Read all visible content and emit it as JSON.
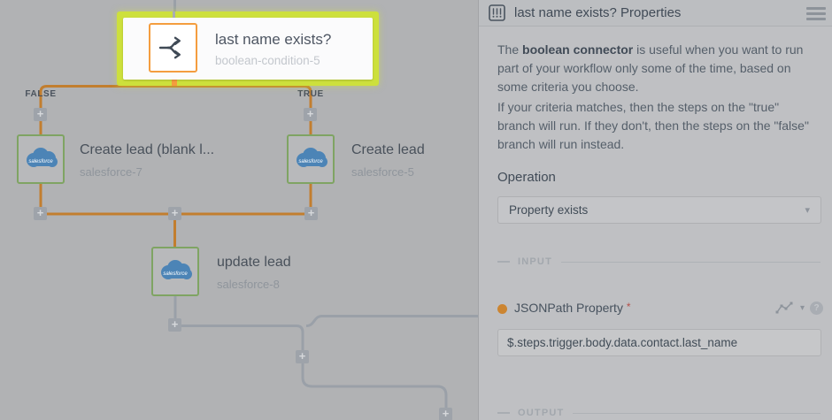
{
  "canvas": {
    "plus_label": "+",
    "branch_labels": {
      "false": "FALSE",
      "true": "TRUE"
    },
    "selected_node": {
      "title": "last name exists?",
      "subtitle": "boolean-condition-5"
    },
    "nodes": [
      {
        "title": "Create lead (blank l...",
        "subtitle": "salesforce-7"
      },
      {
        "title": "Create lead",
        "subtitle": "salesforce-5"
      },
      {
        "title": "update lead",
        "subtitle": "salesforce-8"
      }
    ],
    "salesforce_logo_text": "salesforce"
  },
  "panel": {
    "header": {
      "title": "last name exists? Properties"
    },
    "description": {
      "p1_pre": "The ",
      "p1_bold": "boolean connector",
      "p1_post": " is useful when you want to run part of your workflow only some of the time, based on some criteria you choose.",
      "p2": "If your criteria matches, then the steps on the \"true\" branch will run. If they don't, then the steps on the \"false\" branch will run instead."
    },
    "operation": {
      "label": "Operation",
      "value": "Property exists"
    },
    "input_section": {
      "label": "INPUT",
      "field_label": "JSONPath Property",
      "required_mark": "*",
      "value": "$.steps.trigger.body.data.contact.last_name"
    },
    "output_section": {
      "label": "OUTPUT"
    },
    "icons": {
      "chevron_down": "▾",
      "help": "?"
    }
  },
  "colors": {
    "highlight": "#cde03c",
    "orange_accent": "#f59c3e",
    "dim_orange_line": "#c27e2f",
    "gray_line": "#9aa0a8",
    "node_green_border": "#7fa463",
    "salesforce_blue": "#4c84b6"
  }
}
